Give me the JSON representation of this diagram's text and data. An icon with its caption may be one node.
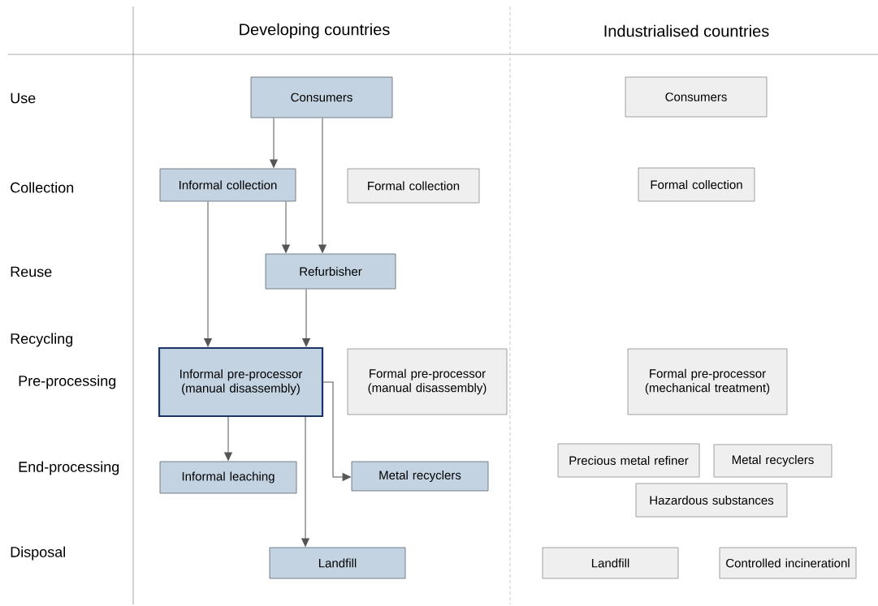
{
  "diagram": {
    "nodes": [
      {
        "text": [
          "Consumers"
        ]
      },
      {
        "text": [
          "Informal collection"
        ]
      },
      {
        "text": [
          "Formal collection"
        ]
      },
      {
        "text": [
          "Refurbisher"
        ]
      },
      {
        "text": [
          "Informal pre-processor (manual disassembly)"
        ]
      },
      {
        "text": [
          "Formal pre-processor (manual disassembly)"
        ]
      },
      {
        "text": [
          "Informal leaching"
        ]
      },
      {
        "text": [
          "Metal recyclers"
        ]
      },
      {
        "text": [
          "Landfill"
        ]
      },
      {
        "text": [
          "Consumers"
        ]
      },
      {
        "text": [
          "Formal collection"
        ]
      },
      {
        "text": [
          "Formal pre-processor (mechanical treatment)"
        ]
      },
      {
        "text": [
          "Precious metal refiner"
        ]
      },
      {
        "text": [
          "Metal recyclers"
        ]
      },
      {
        "text": [
          "Hazardous substances"
        ]
      },
      {
        "text": [
          "Landfill"
        ]
      },
      {
        "text": [
          "Controlled incinerationl"
        ]
      }
    ],
    "edges": [
      {
        "from": 0,
        "to": 1,
        "arrow": "to"
      },
      {
        "from": 0,
        "to": 3,
        "arrow": "to"
      },
      {
        "from": 1,
        "to": 3,
        "arrow": "to"
      },
      {
        "from": 1,
        "to": 4,
        "arrow": "to"
      },
      {
        "from": 3,
        "to": 4,
        "arrow": "to"
      },
      {
        "from": 4,
        "to": 6,
        "arrow": "to"
      },
      {
        "from": 4,
        "to": 7,
        "arrow": "to"
      },
      {
        "from": 4,
        "to": 8,
        "arrow": "to"
      }
    ],
    "labels": [
      "Developing countries",
      "Industrialised countries",
      "Use",
      "Collection",
      "Reuse",
      "Recycling",
      "Pre-processing",
      "End-processing",
      "Disposal"
    ]
  }
}
